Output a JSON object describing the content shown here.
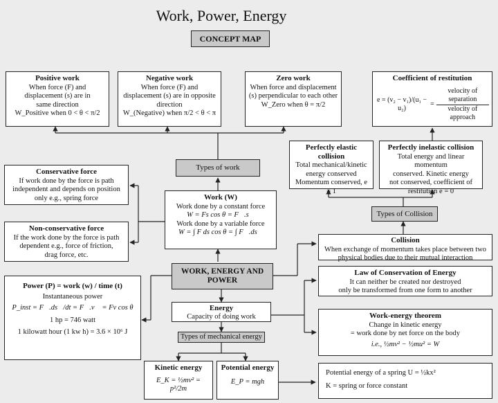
{
  "page_title": "Work, Power, Energy",
  "concept_map_label": "CONCEPT MAP",
  "positive_work": {
    "title": "Positive work",
    "lines": [
      "When force (F) and",
      "displacement (s) are in",
      "same direction",
      "W_Positive when  0 < θ < π/2"
    ]
  },
  "negative_work": {
    "title": "Negative work",
    "lines": [
      "When force (F) and",
      "displacement (s) are in opposite",
      "direction",
      "W_(Negative) when  π/2 < θ < π"
    ]
  },
  "zero_work": {
    "title": "Zero work",
    "lines": [
      "When force and displacement",
      "(s) perpendicular to each other",
      "W_Zero when θ = π/2"
    ]
  },
  "coefficient_of_restitution": {
    "title": "Coefficient of restitution",
    "formula_left": "e = (v₂ − v₁)/(u₁ − u₂)",
    "formula_num": "velocity of separation",
    "formula_den": "velocity of approach"
  },
  "types_of_work": "Types of work",
  "perfectly_elastic": {
    "title": "Perfectly elastic collision",
    "lines": [
      "Total mechanical/kinetic",
      "energy conserved",
      "Momentum conserved, e = 1"
    ]
  },
  "perfectly_inelastic": {
    "title": "Perfectly inelastic collision",
    "lines": [
      "Total energy and linear momentum",
      "conserved. Kinetic energy",
      "not conserved, coefficient of",
      "restitution e = 0"
    ]
  },
  "conservative_force": {
    "title": "Conservative force",
    "lines": [
      "If work done by the force is path",
      "independent and depends on position",
      "only e.g., spring force"
    ]
  },
  "work_box": {
    "title": "Work (W)",
    "lines": [
      "Work done by a constant force",
      "W = Fs cos θ = F⃗.s⃗",
      "Work done by a variable force",
      "W = ∫ F ds cos θ = ∫ F⃗.ds⃗"
    ]
  },
  "types_of_collision": "Types of Collision",
  "non_conservative_force": {
    "title": "Non-conservative force",
    "lines": [
      "If the work done by the force is path",
      "dependent e.g., force of friction,",
      "drag force, etc."
    ]
  },
  "collision": {
    "title": "Collision",
    "lines": [
      "When exchange of momentum takes place between two",
      "physical bodies due to their mutual interaction"
    ]
  },
  "central_box": {
    "line1": "WORK, ENERGY AND",
    "line2": "POWER"
  },
  "law_conservation": {
    "title": "Law of Conservation of Energy",
    "lines": [
      "It can neither be created nor destroyed",
      "only be transformed from one form to another"
    ]
  },
  "power": {
    "title": "Power (P) = work (w) / time (t)",
    "lines": [
      "Instantaneous power",
      "P_inst = F⃗.ds⃗/dt = F⃗.v⃗ = Fv cos θ",
      "1 hp = 746 watt",
      "1 kilowatt hour (1 kw h) = 3.6 × 10⁶ J"
    ]
  },
  "energy": {
    "title": "Energy",
    "subtitle": "Capacity of doing work"
  },
  "work_energy_theorem": {
    "title": "Work-energy theorem",
    "lines": [
      "Change in kinetic energy",
      "= work done by net force on the body",
      "i.e., ½mv² − ½mu² = W"
    ]
  },
  "types_of_mechanical_energy": "Types of mechanical energy",
  "kinetic_energy": {
    "title": "Kinetic energy",
    "formula": "E_K = ½mv² = p²/2m"
  },
  "potential_energy": {
    "title": "Potential energy",
    "formula": "E_P = mgh"
  },
  "spring": {
    "lines": [
      "Potential energy of a spring  U = ½kx²",
      "K = spring or force constant"
    ]
  }
}
